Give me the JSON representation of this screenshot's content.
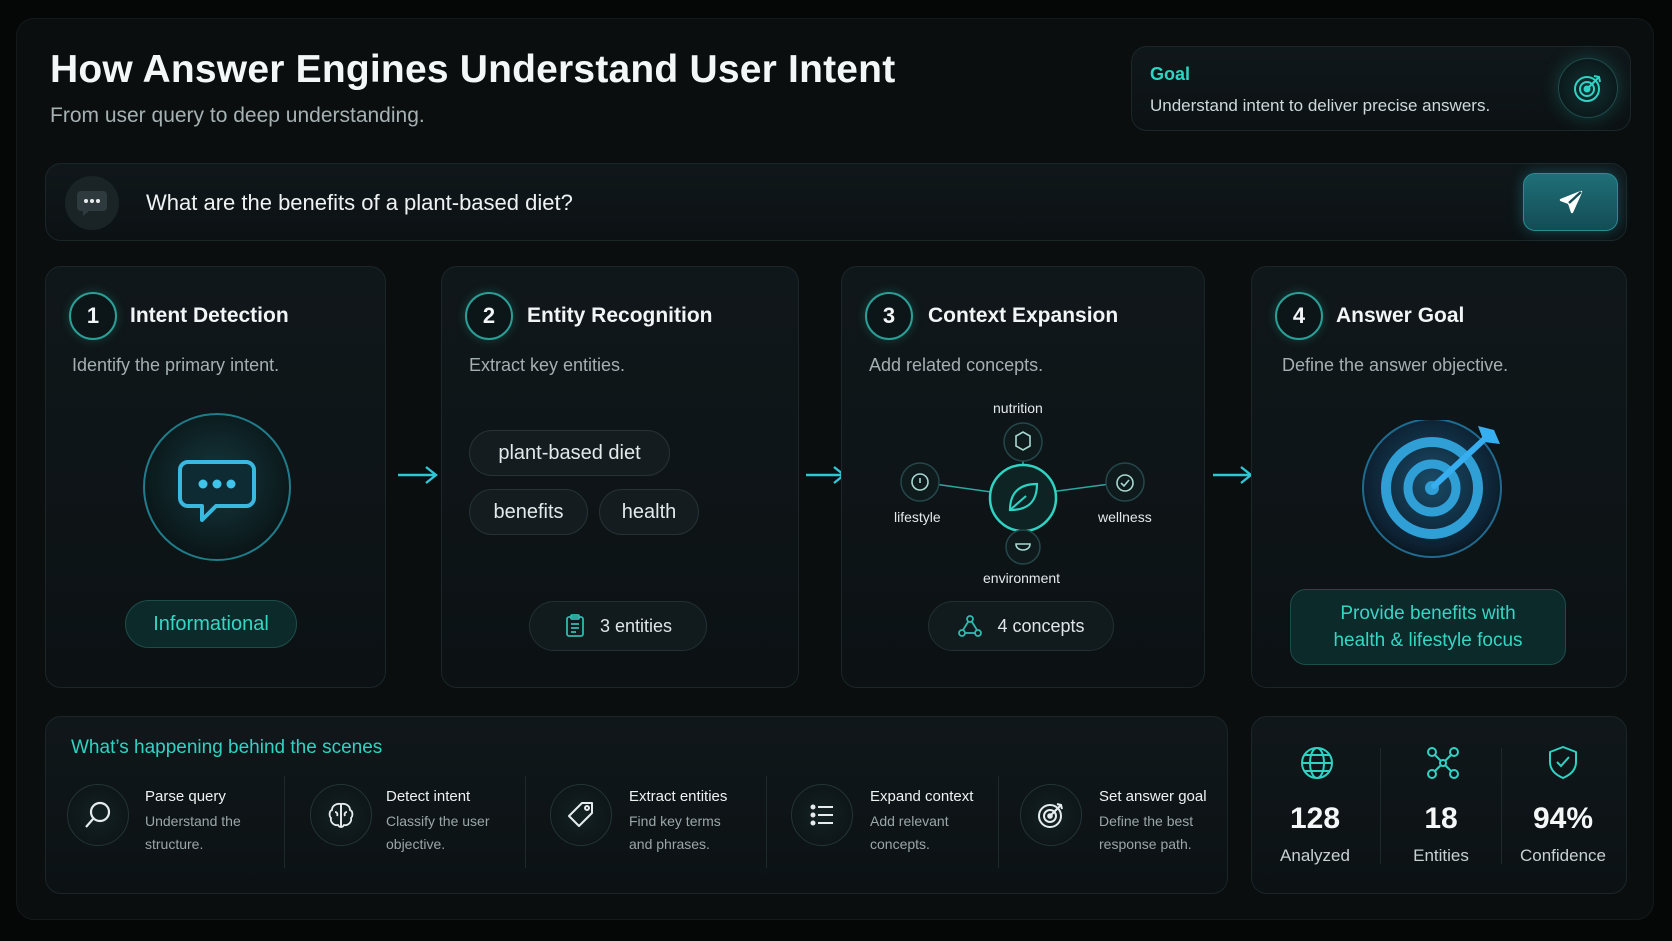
{
  "header": {
    "title": "How Answer Engines Understand User Intent",
    "subtitle": "From user query to deep understanding."
  },
  "goal": {
    "label": "Goal",
    "text": "Understand intent to deliver precise answers.",
    "icon": "target-icon"
  },
  "query": {
    "text": "What are the benefits of a plant-based diet?",
    "icon": "chat-bubble-icon",
    "send_icon": "send-icon"
  },
  "steps": [
    {
      "num": "1",
      "title": "Intent Detection",
      "desc": "Identify the primary intent.",
      "result": "Informational"
    },
    {
      "num": "2",
      "title": "Entity Recognition",
      "desc": "Extract key entities.",
      "entities": [
        "plant-based diet",
        "benefits",
        "health"
      ],
      "count": "3 entities"
    },
    {
      "num": "3",
      "title": "Context Expansion",
      "desc": "Add related concepts.",
      "concepts": {
        "top": "nutrition",
        "left": "lifestyle",
        "right": "wellness",
        "bottom": "environment"
      },
      "count": "4 concepts"
    },
    {
      "num": "4",
      "title": "Answer Goal",
      "desc": "Define the answer objective.",
      "result_line1": "Provide benefits with",
      "result_line2": "health & lifestyle focus"
    }
  ],
  "behind": {
    "title": "What’s happening behind the scenes",
    "items": [
      {
        "title": "Parse query",
        "desc1": "Understand the",
        "desc2": "structure.",
        "icon": "search-icon"
      },
      {
        "title": "Detect intent",
        "desc1": "Classify the user",
        "desc2": "objective.",
        "icon": "brain-icon"
      },
      {
        "title": "Extract entities",
        "desc1": "Find key terms",
        "desc2": "and phrases.",
        "icon": "tag-icon"
      },
      {
        "title": "Expand context",
        "desc1": "Add relevant",
        "desc2": "concepts.",
        "icon": "list-icon"
      },
      {
        "title": "Set answer goal",
        "desc1": "Define the best",
        "desc2": "response path.",
        "icon": "target-icon"
      }
    ]
  },
  "stats": [
    {
      "value": "128",
      "label": "Analyzed",
      "icon": "globe-icon"
    },
    {
      "value": "18",
      "label": "Entities",
      "icon": "network-icon"
    },
    {
      "value": "94%",
      "label": "Confidence",
      "icon": "shield-check-icon"
    }
  ],
  "colors": {
    "accent": "#2fd3c3",
    "background": "#0a0e0f",
    "panel": "#10171a"
  }
}
